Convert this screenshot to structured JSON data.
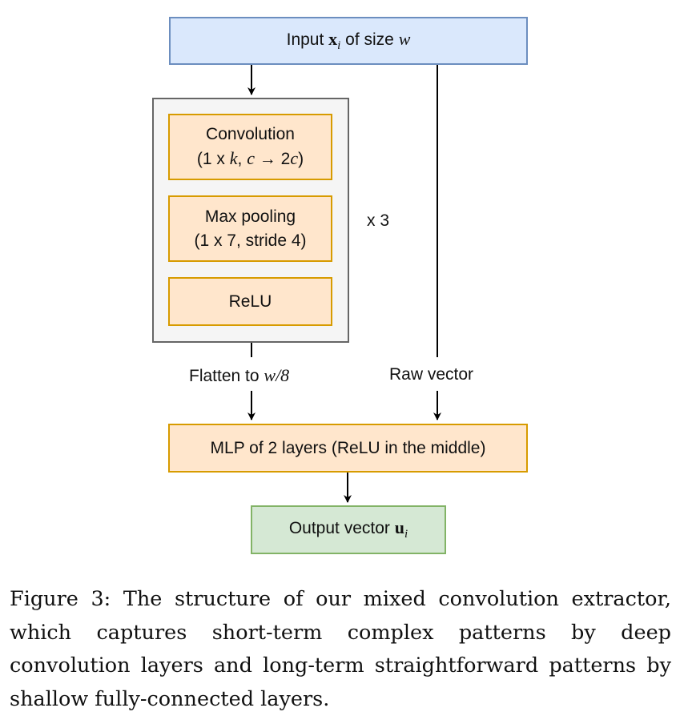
{
  "input_box": {
    "prefix": "Input ",
    "var": "x",
    "sub": "i",
    "middle": " of size ",
    "size_var": "w"
  },
  "conv_box": {
    "line1": "Convolution",
    "line2_open": "(1 x ",
    "line2_k": "k",
    "line2_comma": ", ",
    "line2_c": "c",
    "line2_arrow": " → 2",
    "line2_c2": "c",
    "line2_close": ")"
  },
  "pool_box": {
    "line1": "Max pooling",
    "line2": "(1 x 7, stride 4)"
  },
  "relu_box": {
    "label": "ReLU"
  },
  "repeat_label": "x 3",
  "flatten_label": {
    "prefix": "Flatten to ",
    "expr": "w/8"
  },
  "raw_label": "Raw vector",
  "mlp_box": {
    "label": "MLP of 2 layers (ReLU in the middle)"
  },
  "output_box": {
    "prefix": "Output vector ",
    "var": "u",
    "sub": "i"
  },
  "caption": "Figure 3: The structure of our mixed convolution extractor, which captures short-term complex patterns by deep convolution layers and long-term straightforward patterns by shallow fully-connected layers.",
  "colors": {
    "blue_fill": "#dae8fc",
    "blue_stroke": "#6c8ebf",
    "orange_fill": "#ffe6cc",
    "orange_stroke": "#d79b00",
    "green_fill": "#d5e8d4",
    "green_stroke": "#82b366",
    "group_fill": "#f5f5f5",
    "group_stroke": "#666666"
  }
}
